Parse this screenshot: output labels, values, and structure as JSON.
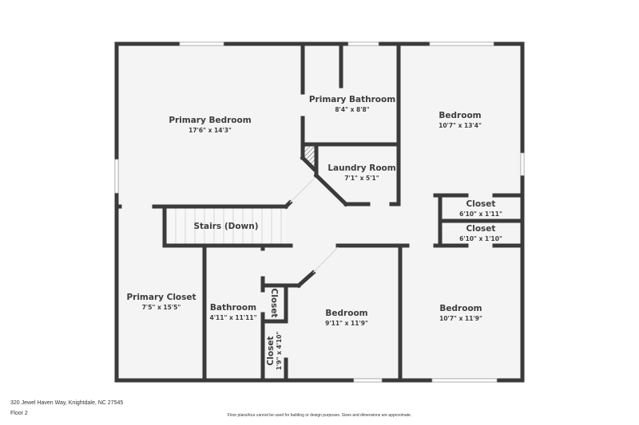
{
  "plan": {
    "rooms": {
      "primary_bedroom": {
        "name": "Primary Bedroom",
        "dim": "17'6\" x 14'3\""
      },
      "primary_bathroom": {
        "name": "Primary Bathroom",
        "dim": "8'4\" x 8'8\""
      },
      "bedroom_ne": {
        "name": "Bedroom",
        "dim": "10'7\" x 13'4\""
      },
      "laundry": {
        "name": "Laundry Room",
        "dim": "7'1\" x 5'1\""
      },
      "closet_top": {
        "name": "Closet",
        "dim": "6'10\" x 1'11\""
      },
      "closet_bottom": {
        "name": "Closet",
        "dim": "6'10\" x 1'10\""
      },
      "stairs": {
        "name": "Stairs (Down)"
      },
      "primary_closet": {
        "name": "Primary Closet",
        "dim": "7'5\" x 15'5\""
      },
      "bathroom": {
        "name": "Bathroom",
        "dim": "4'11\" x 11'11\""
      },
      "closet_small": {
        "name": "Closet"
      },
      "closet_narrow": {
        "name": "Closet",
        "dim": "1'9\" x 4'10\""
      },
      "bedroom_mid": {
        "name": "Bedroom",
        "dim": "9'11\" x 11'9\""
      },
      "bedroom_se": {
        "name": "Bedroom",
        "dim": "10'7\" x 11'9\""
      }
    },
    "colors": {
      "wall": "#3a3a3a",
      "floor": "#f4f4f4",
      "window": "#ffffff"
    }
  },
  "footer": {
    "address": "320 Jewel Haven Way, Knightdale, NC 27545",
    "floor": "Floor 2",
    "disclaimer": "Floor plans/tour cannot be used for building or design purposes. Sizes and dimensions are approximate."
  }
}
